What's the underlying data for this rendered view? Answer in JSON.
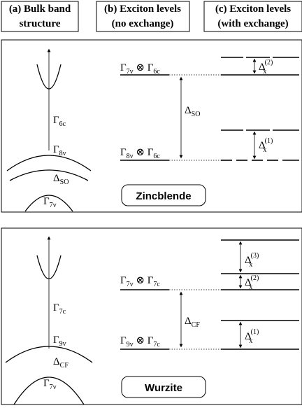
{
  "headers": {
    "a": {
      "line1": "(a) Bulk band",
      "line2": "structure"
    },
    "b": {
      "line1": "(b) Exciton levels",
      "line2": "(no exchange)"
    },
    "c": {
      "line1": "(c) Exciton levels",
      "line2": "(with exchange)"
    }
  },
  "panels": [
    {
      "name": "Zincblende",
      "bands": {
        "cond": {
          "base": "Γ",
          "sub": "6c"
        },
        "val_top": {
          "base": "Γ",
          "sub": "8v"
        },
        "gap": {
          "base": "Δ",
          "sub": "SO"
        },
        "val_bottom": {
          "base": "Γ",
          "sub": "7v"
        }
      },
      "levels": {
        "upper": {
          "a": "Γ",
          "a_sub": "7v",
          "op": "⊗",
          "b": "Γ",
          "b_sub": "6c"
        },
        "lower": {
          "a": "Γ",
          "a_sub": "8v",
          "op": "⊗",
          "b": "Γ",
          "b_sub": "6c"
        },
        "split": {
          "base": "Δ",
          "sub": "SO"
        }
      },
      "exchange": [
        {
          "base": "Δ",
          "sub": "x",
          "sup": "(2)"
        },
        {
          "base": "Δ",
          "sub": "x",
          "sup": "(1)"
        }
      ]
    },
    {
      "name": "Wurzite",
      "bands": {
        "cond": {
          "base": "Γ",
          "sub": "7c"
        },
        "val_top": {
          "base": "Γ",
          "sub": "9v"
        },
        "gap": {
          "base": "Δ",
          "sub": "CF"
        },
        "val_bottom": {
          "base": "Γ",
          "sub": "7v"
        }
      },
      "levels": {
        "upper": {
          "a": "Γ",
          "a_sub": "7v",
          "op": "⊗",
          "b": "Γ",
          "b_sub": "7c"
        },
        "lower": {
          "a": "Γ",
          "a_sub": "9v",
          "op": "⊗",
          "b": "Γ",
          "b_sub": "7c"
        },
        "split": {
          "base": "Δ",
          "sub": "CF"
        }
      },
      "exchange": [
        {
          "base": "Δ",
          "sub": "x",
          "sup": "(3)"
        },
        {
          "base": "Δ",
          "sub": "x",
          "sup": "(2)"
        },
        {
          "base": "Δ",
          "sub": "x",
          "sup": "(1)"
        }
      ]
    }
  ]
}
